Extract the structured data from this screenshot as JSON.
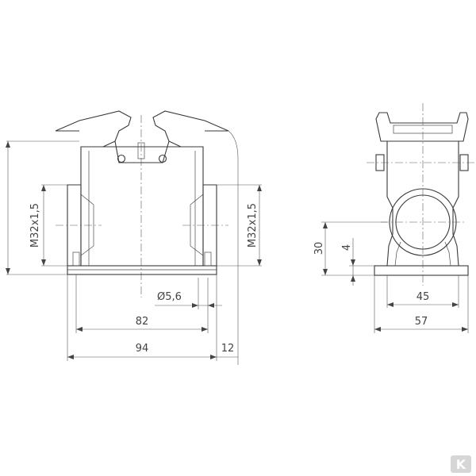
{
  "dimensions": {
    "front_thread_left": "M32x1,5",
    "front_thread_right": "M32x1,5",
    "hole_diameter": "Ø5,6",
    "width_82": "82",
    "width_94": "94",
    "offset_12": "12",
    "side_height_30": "30",
    "side_base_4": "4",
    "side_width_45": "45",
    "side_width_57": "57"
  },
  "logo": {
    "text": "K",
    "color": "#c8c8c8"
  },
  "colors": {
    "line": "#3a3a3a",
    "text": "#444444"
  }
}
